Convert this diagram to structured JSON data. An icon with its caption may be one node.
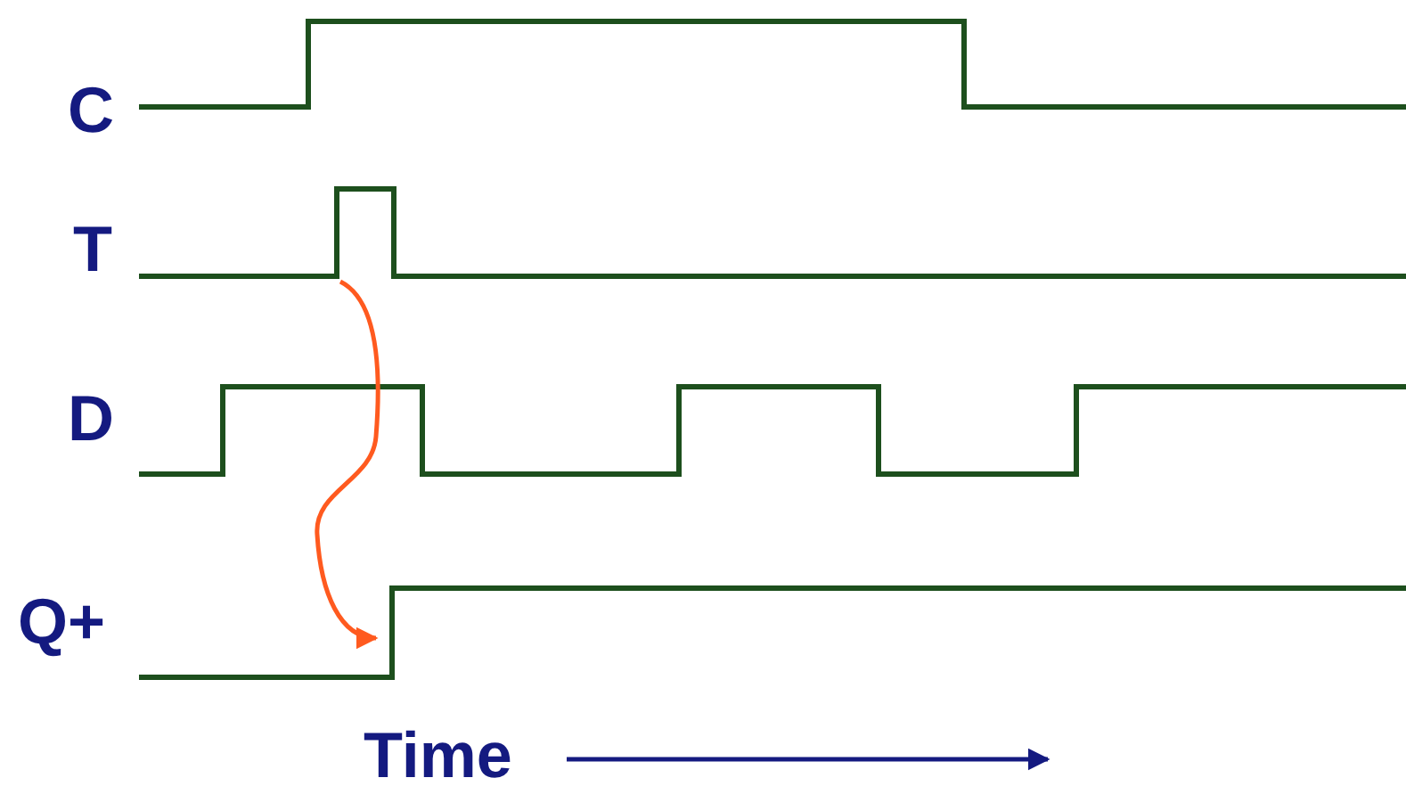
{
  "diagram": {
    "nodes": [
      {
        "text": [],
        "shape": "pulse"
      },
      {
        "text": [],
        "shape": "step"
      }
    ],
    "edges": [
      {
        "from": 0,
        "to": 1,
        "arrow": "to",
        "color": "#ff5a1f"
      }
    ],
    "labels": [
      "C",
      "T",
      "D",
      "Q+",
      "Time"
    ]
  }
}
